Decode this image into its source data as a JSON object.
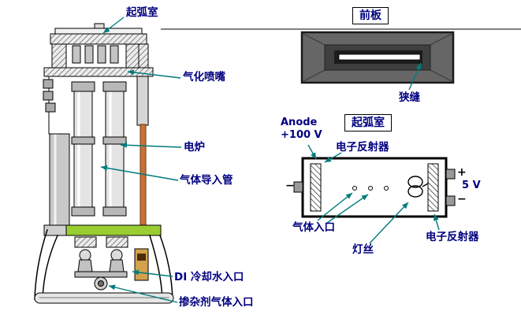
{
  "colors": {
    "label_text": "#000080",
    "leader_line": "#007b7b",
    "green_plate": "#9ACD32",
    "heater_rod": "#C87137",
    "front_plate_gray": "#666666"
  },
  "left_diagram": {
    "arc_chamber": "起弧室",
    "vaporizing_nozzle": "气化喷嘴",
    "electric_furnace": "电炉",
    "gas_inlet_tube": "气体导入管",
    "di_cooling_water_inlet": "DI 冷却水入口",
    "dopant_gas_inlet": "掺杂剂气体入口"
  },
  "front_plate": {
    "title": "前板",
    "slit": "狭缝"
  },
  "arc_chamber": {
    "title": "起弧室",
    "anode_label": "Anode",
    "anode_voltage": "+100 V",
    "electron_reflector_top": "电子反射器",
    "electron_reflector_right": "电子反射器",
    "gas_inlet": "气体入口",
    "filament": "灯丝",
    "supply_voltage": "5 V",
    "plus_sign": "+",
    "minus_sign_right": "−",
    "minus_sign_left": "−"
  }
}
